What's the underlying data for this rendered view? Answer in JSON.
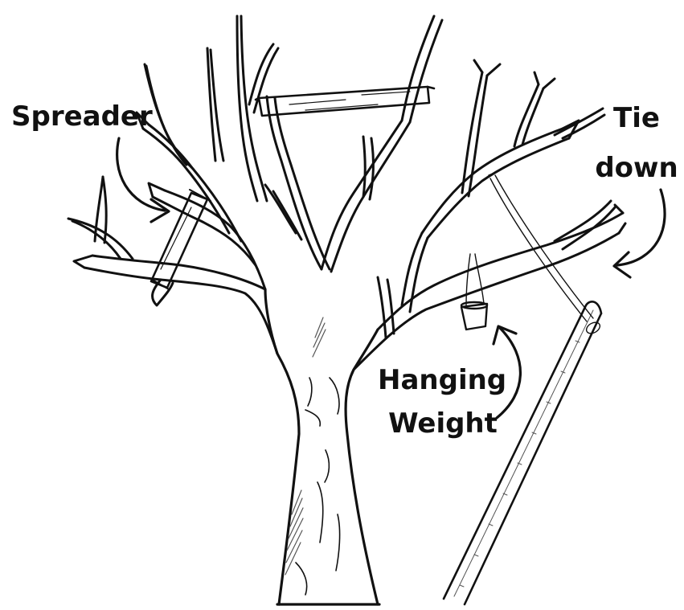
{
  "labels": {
    "spreader": "Spreader",
    "tie_down": [
      "Tie",
      "down"
    ],
    "hanging_weight": [
      "Hanging",
      "Weight"
    ]
  },
  "colors": {
    "ink": "#111111",
    "background": "#ffffff",
    "hatch": "#555555"
  },
  "icons": [
    "tree",
    "spreader-stick",
    "top-spreader-board",
    "bucket-weight",
    "stake",
    "tie-string",
    "arrow"
  ]
}
